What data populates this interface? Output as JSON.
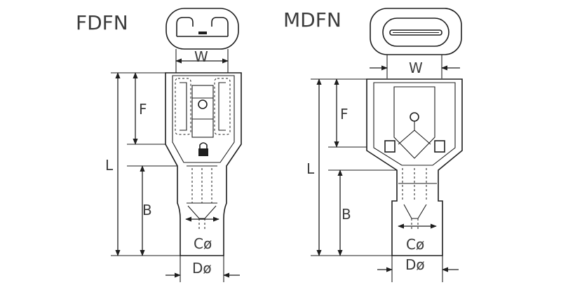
{
  "left_part": {
    "title": "FDFN",
    "labels": {
      "w": "W",
      "f": "F",
      "l": "L",
      "b": "B",
      "c": "Cø",
      "d": "Dø"
    }
  },
  "right_part": {
    "title": "MDFN",
    "labels": {
      "w": "W",
      "f": "F",
      "l": "L",
      "b": "B",
      "c": "Cø",
      "d": "Dø"
    }
  }
}
